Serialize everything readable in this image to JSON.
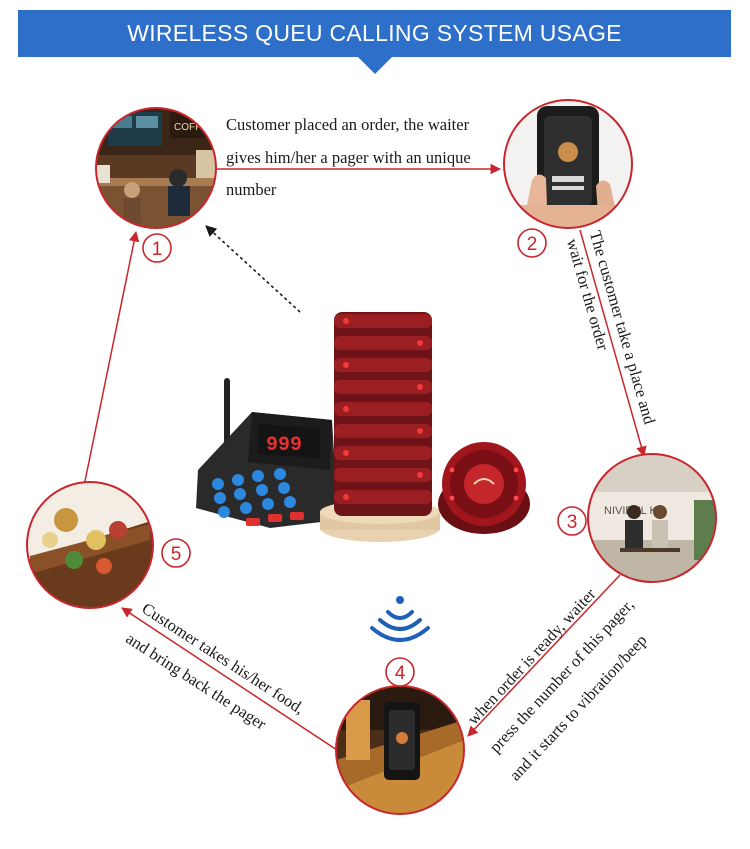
{
  "header": {
    "title": "WIRELESS QUEU CALLING SYSTEM USAGE"
  },
  "steps": [
    {
      "number": "1",
      "text_lines": [
        "Customer placed an order, the waiter",
        "gives him/her a pager with an unique",
        "number"
      ]
    },
    {
      "number": "2",
      "text_lines": [
        "The customer  take a place and",
        "wait for the order"
      ]
    },
    {
      "number": "3",
      "text_lines": [
        "when order is ready, waiter",
        "press the number of this pager,",
        "and it starts to vibration/beep"
      ]
    },
    {
      "number": "4"
    },
    {
      "number": "5",
      "text_lines": [
        "Customer takes his/her food,",
        "and bring back the pager"
      ]
    }
  ],
  "device": {
    "display": "999",
    "coffee_sign": "COFFEE",
    "cafe_sign": "NIVIPUL KA"
  },
  "colors": {
    "banner": "#2e6fc9",
    "arrow": "#c8262c",
    "ring": "#c8262c",
    "signal": "#1e5fb8"
  }
}
